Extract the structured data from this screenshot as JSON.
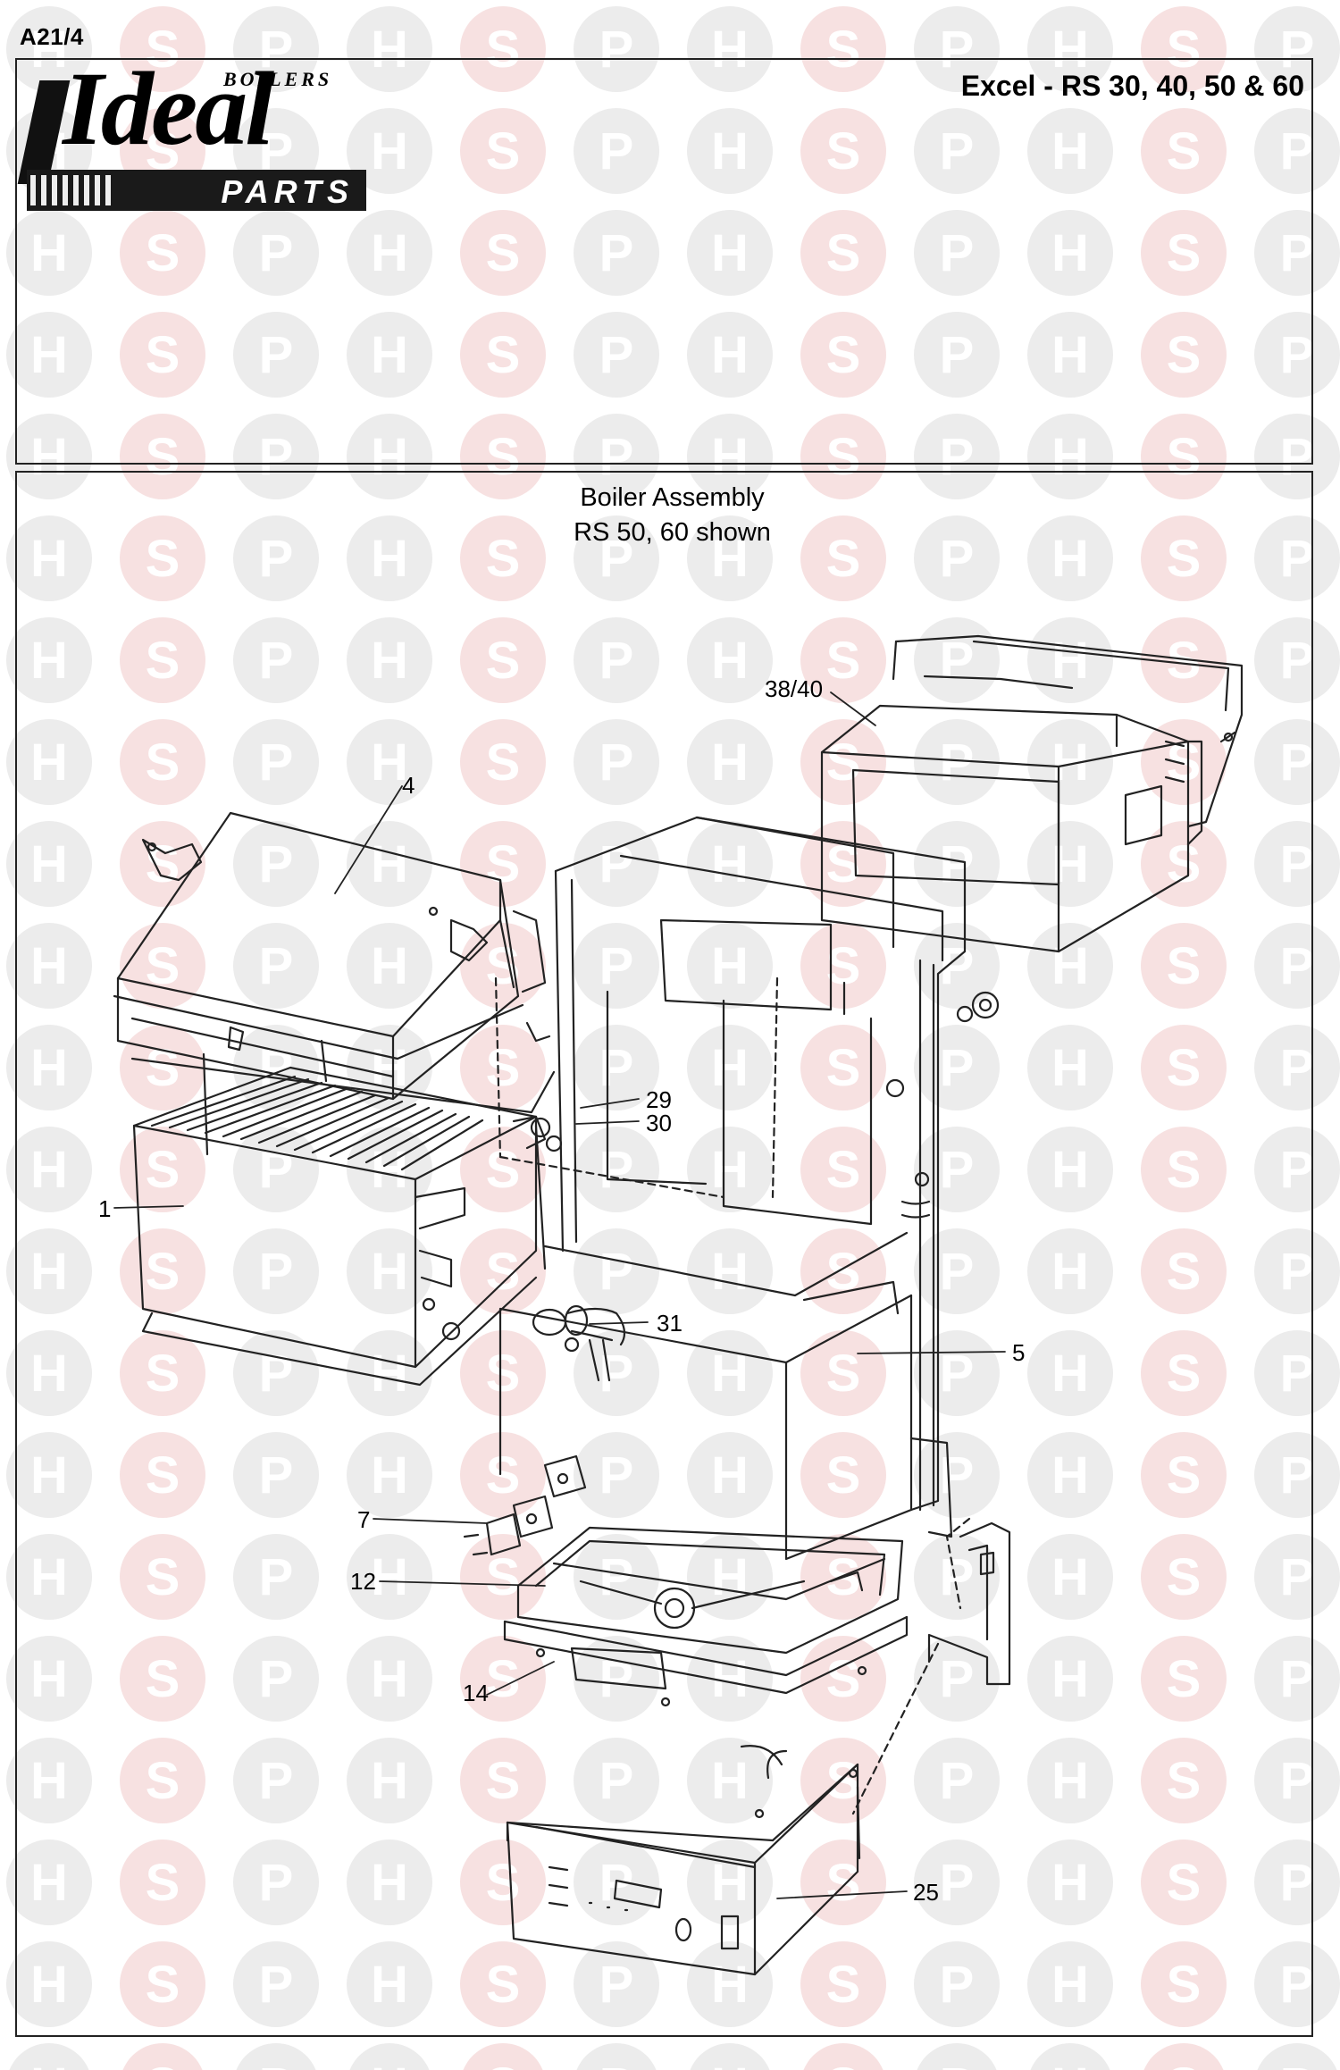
{
  "page_code": "A21/4",
  "brand": {
    "top_word": "BOILERS",
    "main_word": "Ideal",
    "bar_word": "PARTS"
  },
  "model_title": "Excel - RS 30, 40, 50 & 60",
  "diagram": {
    "title_line1": "Boiler Assembly",
    "title_line2": "RS 50, 60 shown",
    "callouts": [
      {
        "id": "38-40",
        "text": "38/40"
      },
      {
        "id": "4",
        "text": "4"
      },
      {
        "id": "29",
        "text": "29"
      },
      {
        "id": "30",
        "text": "30"
      },
      {
        "id": "1",
        "text": "1"
      },
      {
        "id": "31",
        "text": "31"
      },
      {
        "id": "5",
        "text": "5"
      },
      {
        "id": "7",
        "text": "7"
      },
      {
        "id": "12",
        "text": "12"
      },
      {
        "id": "14",
        "text": "14"
      },
      {
        "id": "25",
        "text": "25"
      }
    ]
  },
  "watermark_letters": [
    "H",
    "S",
    "P"
  ]
}
